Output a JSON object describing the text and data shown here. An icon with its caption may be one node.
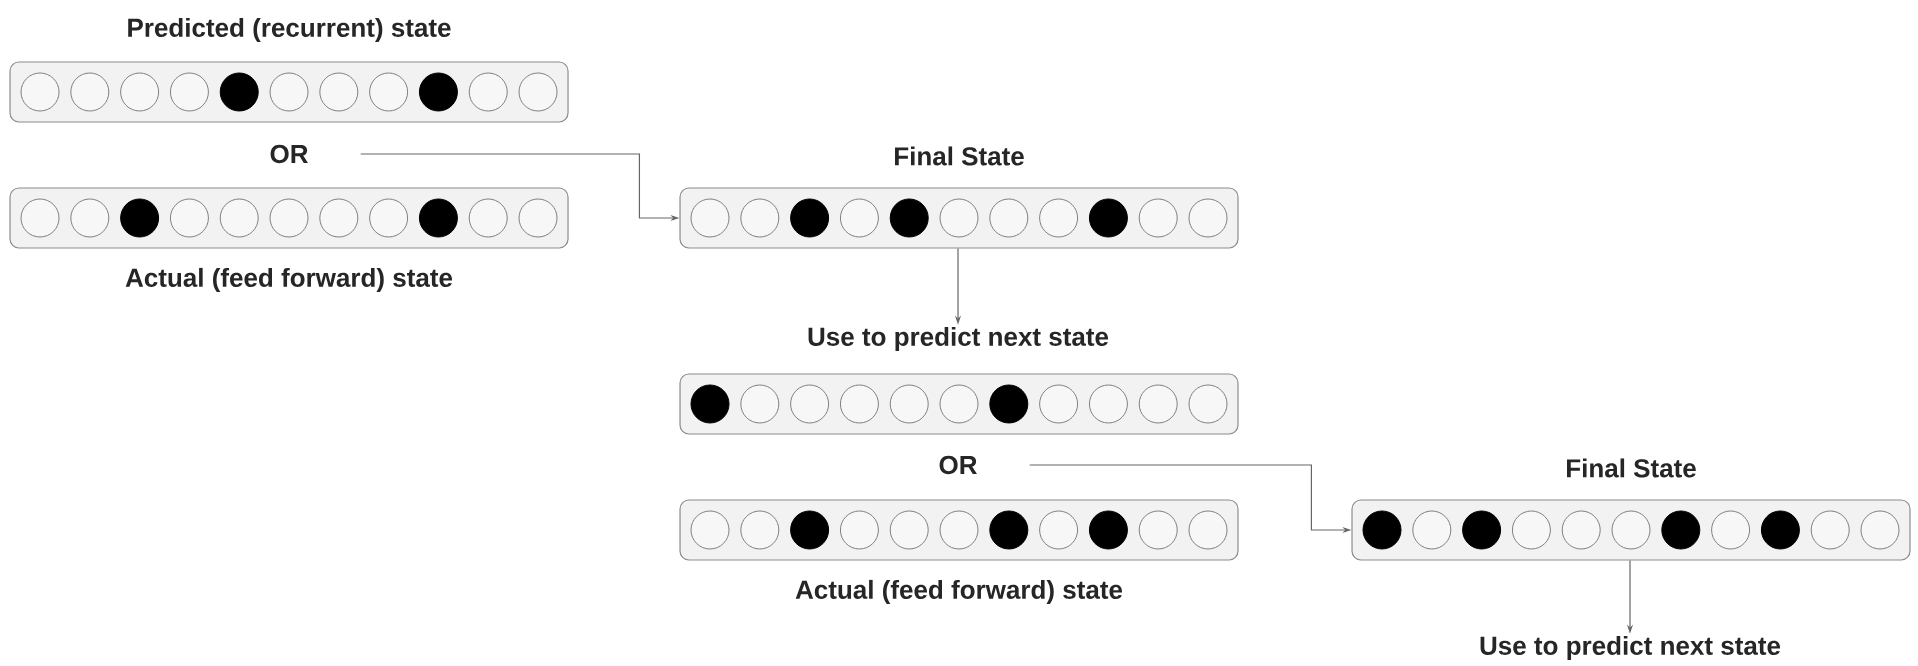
{
  "diagram": {
    "nodes": [
      {
        "text": [
          "Predicted (recurrent) state"
        ]
      },
      {
        "text": [],
        "shape": "circle",
        "in": 0
      },
      {
        "text": [],
        "shape": "circle",
        "in": 0
      },
      {
        "text": [],
        "shape": "circle",
        "in": 0
      },
      {
        "text": [],
        "shape": "circle",
        "in": 0
      },
      {
        "text": [],
        "shape": "dot",
        "in": 0
      },
      {
        "text": [],
        "shape": "circle",
        "in": 0
      },
      {
        "text": [],
        "shape": "circle",
        "in": 0
      },
      {
        "text": [],
        "shape": "circle",
        "in": 0
      },
      {
        "text": [],
        "shape": "dot",
        "in": 0
      },
      {
        "text": [],
        "shape": "circle",
        "in": 0
      },
      {
        "text": [],
        "shape": "circle",
        "in": 0
      },
      {
        "text": [
          "OR"
        ]
      },
      {
        "text": [
          "Actual (feed forward) state"
        ]
      },
      {
        "text": [],
        "shape": "circle",
        "in": 13
      },
      {
        "text": [],
        "shape": "circle",
        "in": 13
      },
      {
        "text": [],
        "shape": "dot",
        "in": 13
      },
      {
        "text": [],
        "shape": "circle",
        "in": 13
      },
      {
        "text": [],
        "shape": "circle",
        "in": 13
      },
      {
        "text": [],
        "shape": "circle",
        "in": 13
      },
      {
        "text": [],
        "shape": "circle",
        "in": 13
      },
      {
        "text": [],
        "shape": "circle",
        "in": 13
      },
      {
        "text": [],
        "shape": "dot",
        "in": 13
      },
      {
        "text": [],
        "shape": "circle",
        "in": 13
      },
      {
        "text": [],
        "shape": "circle",
        "in": 13
      },
      {
        "text": [
          "Final State"
        ]
      },
      {
        "text": [],
        "shape": "circle",
        "in": 25
      },
      {
        "text": [],
        "shape": "circle",
        "in": 25
      },
      {
        "text": [],
        "shape": "dot",
        "in": 25
      },
      {
        "text": [],
        "shape": "circle",
        "in": 25
      },
      {
        "text": [],
        "shape": "dot",
        "in": 25
      },
      {
        "text": [],
        "shape": "circle",
        "in": 25
      },
      {
        "text": [],
        "shape": "circle",
        "in": 25
      },
      {
        "text": [],
        "shape": "circle",
        "in": 25
      },
      {
        "text": [],
        "shape": "dot",
        "in": 25
      },
      {
        "text": [],
        "shape": "circle",
        "in": 25
      },
      {
        "text": [],
        "shape": "circle",
        "in": 25
      },
      {
        "text": [
          "Use to predict next state"
        ]
      },
      {
        "text": [],
        "shape": "bar"
      },
      {
        "text": [],
        "shape": "dot",
        "in": 38
      },
      {
        "text": [],
        "shape": "circle",
        "in": 38
      },
      {
        "text": [],
        "shape": "circle",
        "in": 38
      },
      {
        "text": [],
        "shape": "circle",
        "in": 38
      },
      {
        "text": [],
        "shape": "circle",
        "in": 38
      },
      {
        "text": [],
        "shape": "circle",
        "in": 38
      },
      {
        "text": [],
        "shape": "dot",
        "in": 38
      },
      {
        "text": [],
        "shape": "circle",
        "in": 38
      },
      {
        "text": [],
        "shape": "circle",
        "in": 38
      },
      {
        "text": [],
        "shape": "circle",
        "in": 38
      },
      {
        "text": [],
        "shape": "circle",
        "in": 38
      },
      {
        "text": [
          "OR"
        ]
      },
      {
        "text": [
          "Actual (feed forward) state"
        ]
      },
      {
        "text": [],
        "shape": "circle",
        "in": 51
      },
      {
        "text": [],
        "shape": "circle",
        "in": 51
      },
      {
        "text": [],
        "shape": "dot",
        "in": 51
      },
      {
        "text": [],
        "shape": "circle",
        "in": 51
      },
      {
        "text": [],
        "shape": "circle",
        "in": 51
      },
      {
        "text": [],
        "shape": "circle",
        "in": 51
      },
      {
        "text": [],
        "shape": "dot",
        "in": 51
      },
      {
        "text": [],
        "shape": "circle",
        "in": 51
      },
      {
        "text": [],
        "shape": "dot",
        "in": 51
      },
      {
        "text": [],
        "shape": "circle",
        "in": 51
      },
      {
        "text": [],
        "shape": "circle",
        "in": 51
      },
      {
        "text": [
          "Final State"
        ]
      },
      {
        "text": [],
        "shape": "dot",
        "in": 63
      },
      {
        "text": [],
        "shape": "circle",
        "in": 63
      },
      {
        "text": [],
        "shape": "dot",
        "in": 63
      },
      {
        "text": [],
        "shape": "circle",
        "in": 63
      },
      {
        "text": [],
        "shape": "circle",
        "in": 63
      },
      {
        "text": [],
        "shape": "circle",
        "in": 63
      },
      {
        "text": [],
        "shape": "dot",
        "in": 63
      },
      {
        "text": [],
        "shape": "circle",
        "in": 63
      },
      {
        "text": [],
        "shape": "dot",
        "in": 63
      },
      {
        "text": [],
        "shape": "circle",
        "in": 63
      },
      {
        "text": [],
        "shape": "circle",
        "in": 63
      },
      {
        "text": [
          "Use to predict next state"
        ]
      }
    ],
    "edges": [
      {
        "from": 12,
        "to": 25,
        "arrow": "to"
      },
      {
        "from": 25,
        "to": 37,
        "arrow": "to"
      },
      {
        "from": 50,
        "to": 63,
        "arrow": "to"
      },
      {
        "from": 63,
        "to": 75,
        "arrow": "to"
      }
    ]
  }
}
